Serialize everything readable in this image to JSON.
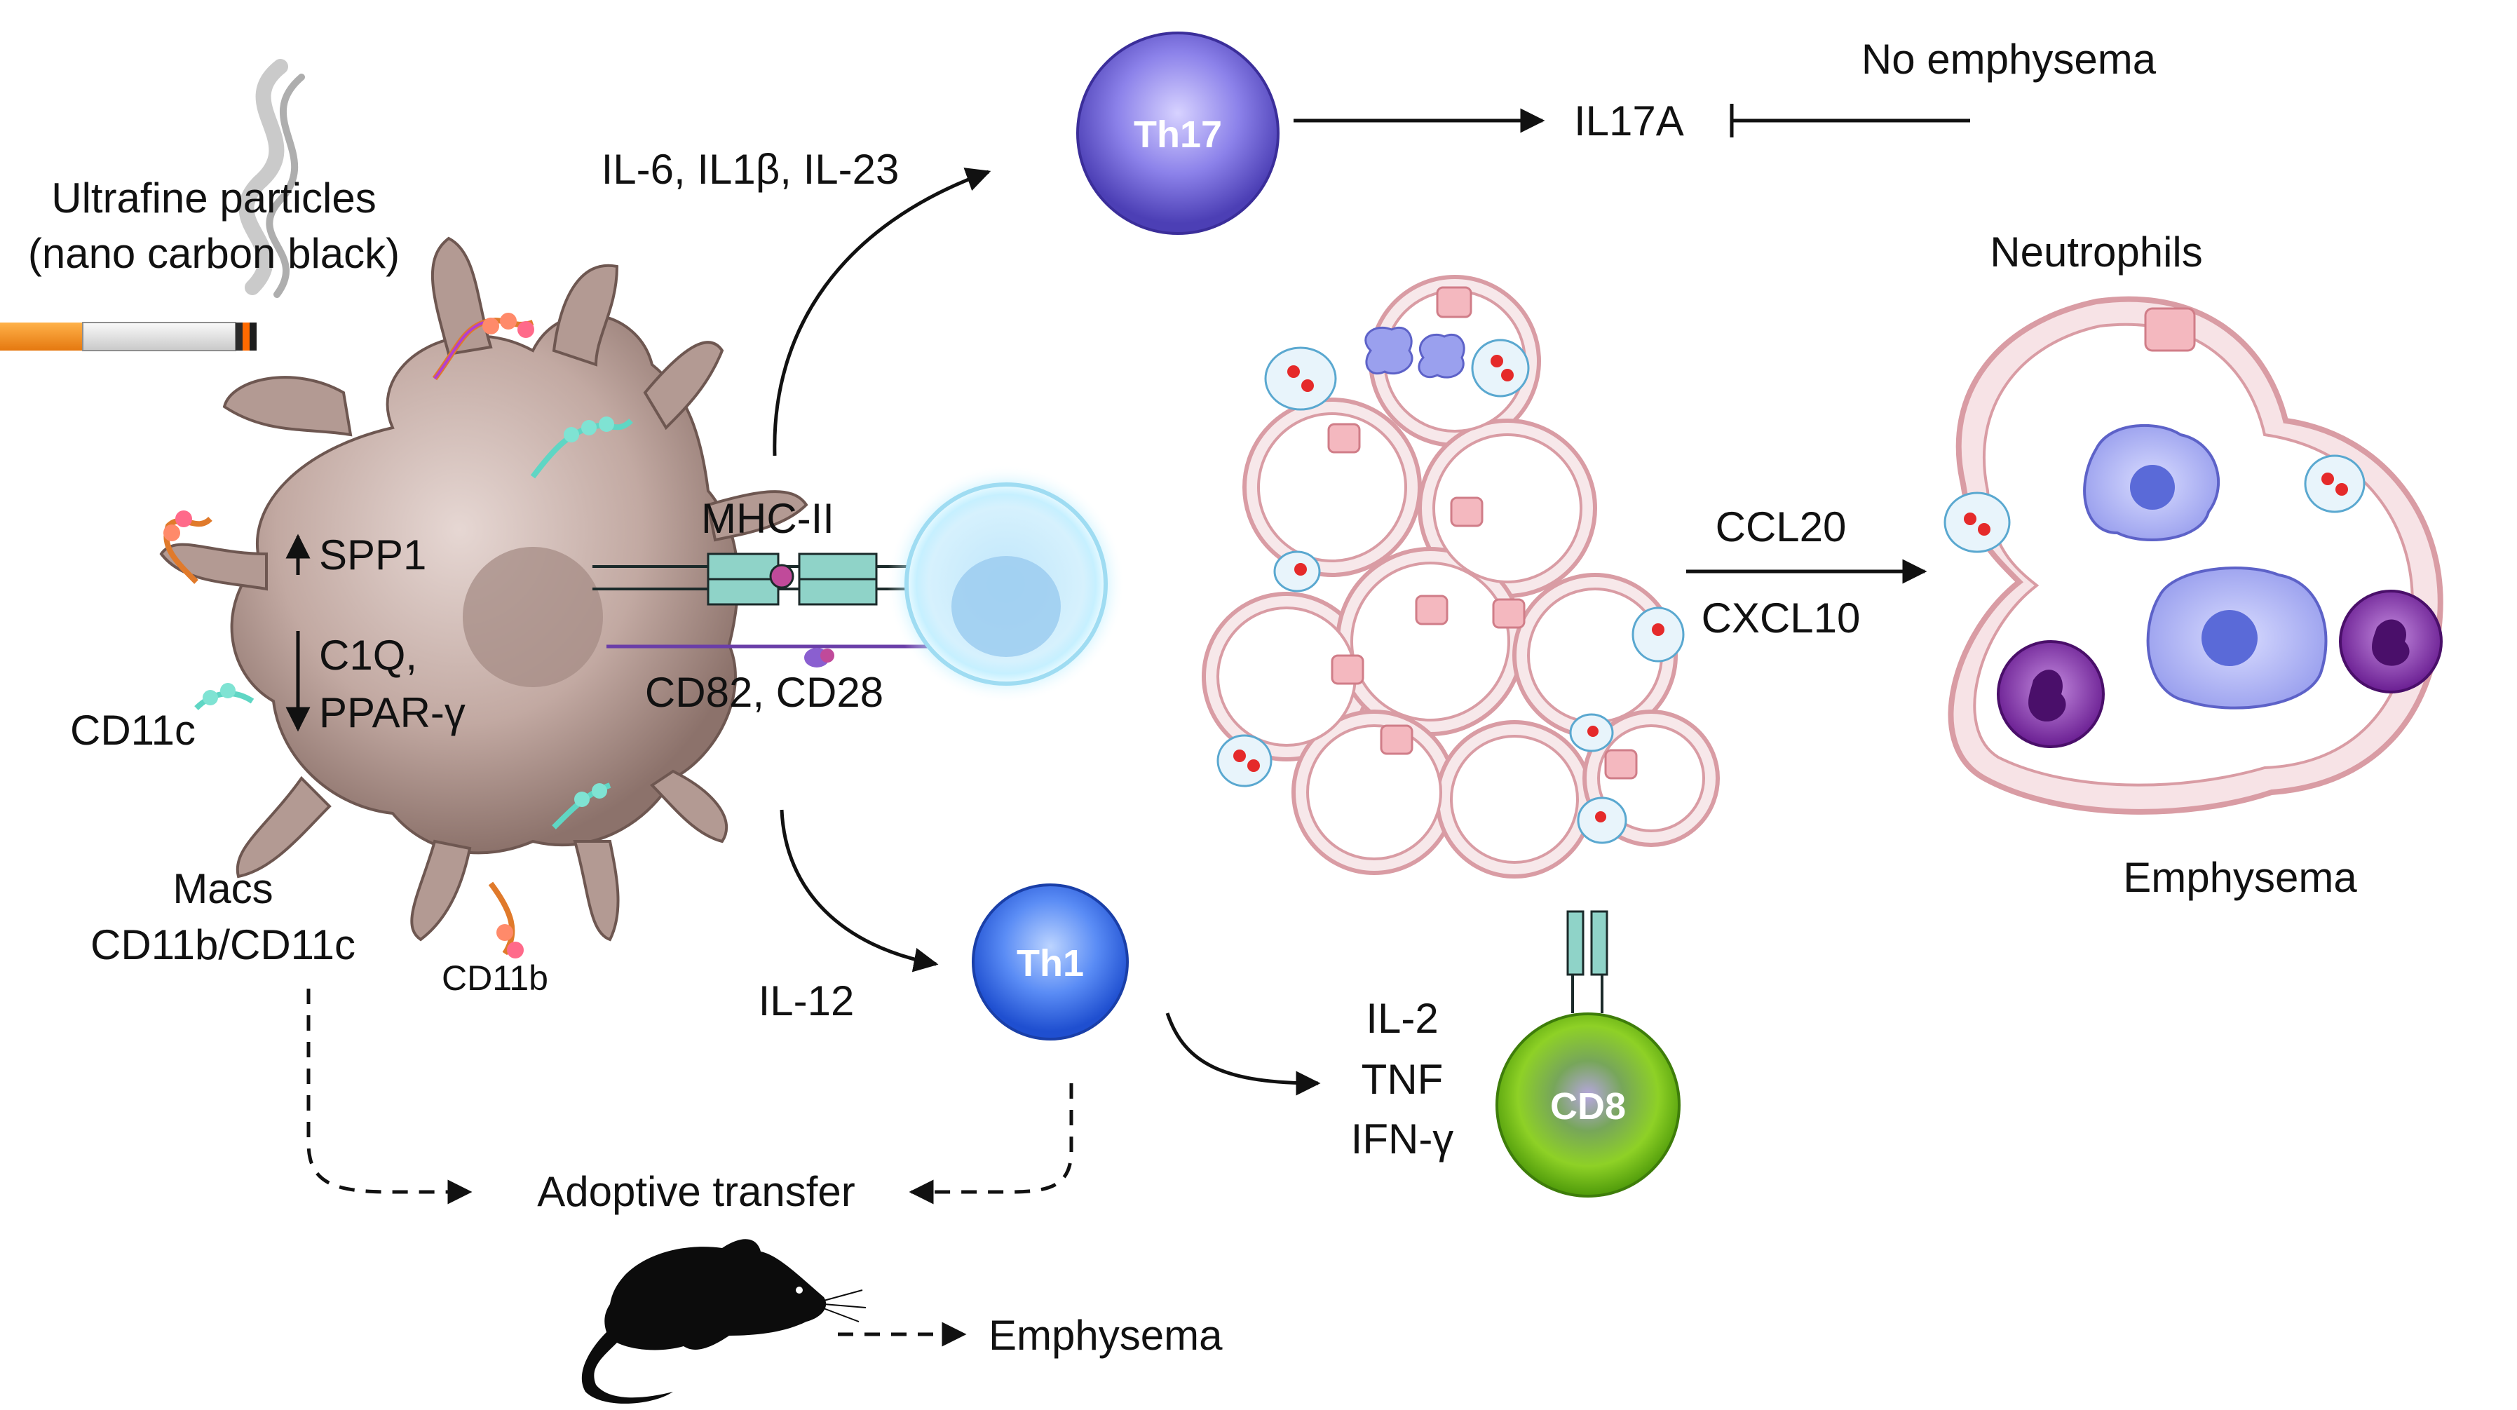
{
  "labels": {
    "particles_line1": "Ultrafine particles",
    "particles_line2": "(nano carbon black)",
    "spp1": "SPP1",
    "c1q": "C1Q,",
    "ppar": "PPAR-γ",
    "cd11c": "CD11c",
    "macs_line1": "Macs",
    "macs_line2": "CD11b/CD11c",
    "cd11b": "CD11b",
    "mhc": "MHC-II",
    "cd82": "CD82, CD28",
    "il6": "IL-6, IL1β, IL-23",
    "th17": "Th17",
    "il17a": "IL17A",
    "no_emphysema": "No emphysema",
    "neutrophils": "Neutrophils",
    "ccl20": "CCL20",
    "cxcl10": "CXCL10",
    "emphysema_right": "Emphysema",
    "il12": "IL-12",
    "th1": "Th1",
    "il2": "IL-2",
    "tnf": "TNF",
    "ifng": "IFN-γ",
    "cd8": "CD8",
    "adoptive": "Adoptive transfer",
    "emphysema_bottom": "Emphysema"
  },
  "colors": {
    "macrophage": "#b79b93",
    "th17": "#7a6fd6",
    "th1": "#4f7ef0",
    "cd8": "#7cc51c",
    "tcell_glow": "#9fe4f5",
    "alveoli": "#d99ca4",
    "neutrophil": "#8a2fb0",
    "arrow": "#111111"
  }
}
